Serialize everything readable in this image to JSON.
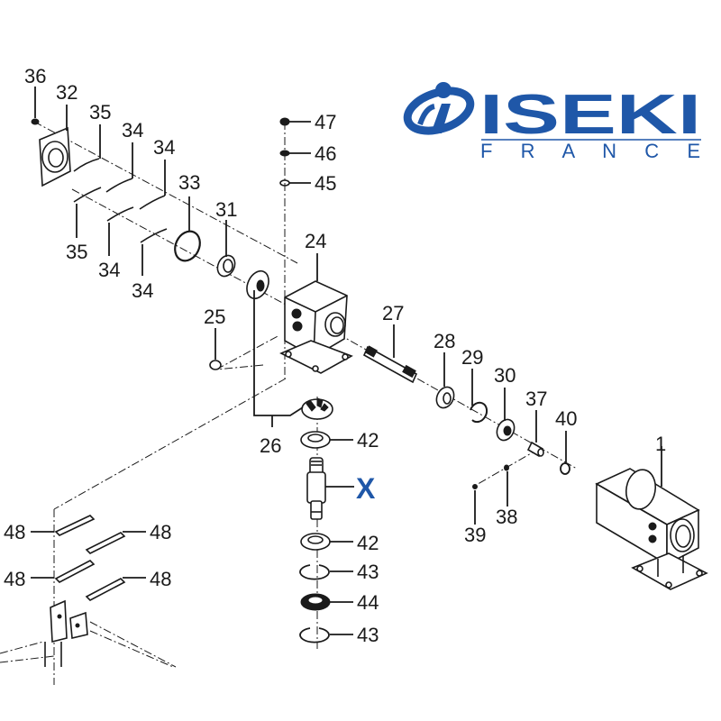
{
  "logo": {
    "brand": "ISEKI",
    "subtitle": "F R A N C E",
    "brand_color": "#1f57a8"
  },
  "highlight": {
    "label": "X",
    "color": "#1f57a8"
  },
  "parts": {
    "p1": "1",
    "p24": "24",
    "p25": "25",
    "p26": "26",
    "p27": "27",
    "p28": "28",
    "p29": "29",
    "p30": "30",
    "p31": "31",
    "p32": "32",
    "p33": "33",
    "p34a": "34",
    "p34b": "34",
    "p34c": "34",
    "p34d": "34",
    "p35a": "35",
    "p35b": "35",
    "p36": "36",
    "p37": "37",
    "p38": "38",
    "p39": "39",
    "p40": "40",
    "p42a": "42",
    "p42b": "42",
    "p43a": "43",
    "p43b": "43",
    "p44": "44",
    "p45": "45",
    "p46": "46",
    "p47": "47",
    "p48a": "48",
    "p48b": "48",
    "p48c": "48",
    "p48d": "48"
  }
}
